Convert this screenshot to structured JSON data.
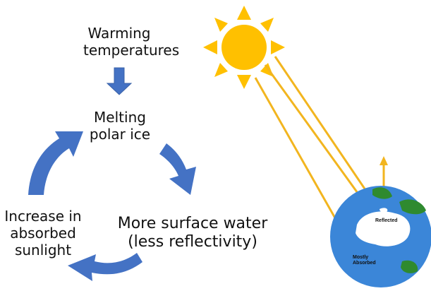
{
  "cycle": {
    "warming": "Warming temperatures",
    "melting": "Melting polar ice",
    "surface_water": "More surface water (less reflectivity)",
    "absorbed": "Increase in absorbed sunlight"
  },
  "globe": {
    "reflected": "Reflected",
    "mostly_absorbed": "Mostly Absorbed"
  },
  "colors": {
    "arrow_blue": "#4472C4",
    "sun": "#FFC000",
    "ray": "#F2B51F",
    "ocean": "#3B86D8",
    "land": "#2F8A2F",
    "ice": "#FFFFFF"
  }
}
